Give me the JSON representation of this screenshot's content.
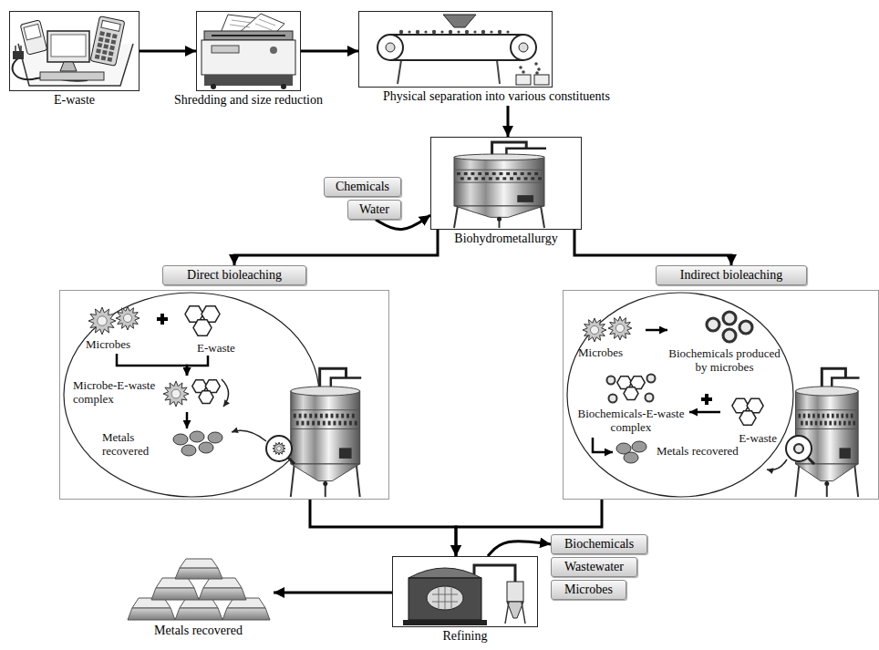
{
  "diagram": {
    "nodes": [
      {
        "text": [
          "E-waste"
        ]
      },
      {
        "text": [
          "Shredding and size reduction"
        ]
      },
      {
        "text": [
          "Physical separation into various constituents"
        ]
      },
      {
        "text": [
          "Biohydrometallurgy"
        ]
      },
      {
        "text": [
          "Chemicals"
        ]
      },
      {
        "text": [
          "Water"
        ]
      },
      {
        "text": [
          "Direct bioleaching"
        ]
      },
      {
        "text": [
          "Indirect bioleaching"
        ]
      },
      {
        "text": []
      },
      {
        "text": [
          "Microbes"
        ],
        "in": 8
      },
      {
        "text": [
          "E-waste"
        ],
        "in": 8
      },
      {
        "text": [
          "Microbe-E-waste complex"
        ],
        "in": 8
      },
      {
        "text": [
          "Metals recovered"
        ],
        "in": 8
      },
      {
        "text": []
      },
      {
        "text": [
          "Microbes"
        ],
        "in": 13
      },
      {
        "text": [
          "Biochemicals produced by microbes"
        ],
        "in": 13
      },
      {
        "text": [
          "E-waste"
        ],
        "in": 13
      },
      {
        "text": [
          "Biochemicals-E-waste complex"
        ],
        "in": 13
      },
      {
        "text": [
          "Metals recovered"
        ],
        "in": 13
      },
      {
        "text": [
          "Biochemicals"
        ]
      },
      {
        "text": [
          "Wastewater"
        ]
      },
      {
        "text": [
          "Microbes"
        ]
      },
      {
        "text": [
          "Refining"
        ]
      },
      {
        "text": [
          "Metals recovered"
        ]
      }
    ],
    "edges": [
      {
        "from": 0,
        "to": 1,
        "arrow": "to"
      },
      {
        "from": 1,
        "to": 2,
        "arrow": "to"
      },
      {
        "from": 2,
        "to": 3,
        "arrow": "to"
      },
      {
        "from": 5,
        "to": 3,
        "arrow": "to"
      },
      {
        "from": 3,
        "to": 6,
        "arrow": "to"
      },
      {
        "from": 3,
        "to": 7,
        "arrow": "to"
      },
      {
        "from": 9,
        "to": 11,
        "arrow": "to"
      },
      {
        "from": 10,
        "to": 11,
        "arrow": "to"
      },
      {
        "from": 11,
        "to": 12,
        "arrow": "to"
      },
      {
        "from": 14,
        "to": 15,
        "arrow": "to"
      },
      {
        "from": 16,
        "to": 17,
        "arrow": "to"
      },
      {
        "from": 17,
        "to": 18,
        "arrow": "to"
      },
      {
        "from": 8,
        "to": 22,
        "arrow": "to"
      },
      {
        "from": 13,
        "to": 22,
        "arrow": "to"
      },
      {
        "from": 22,
        "to": 19,
        "arrow": "to"
      },
      {
        "from": 22,
        "to": 23,
        "arrow": "to"
      }
    ]
  }
}
